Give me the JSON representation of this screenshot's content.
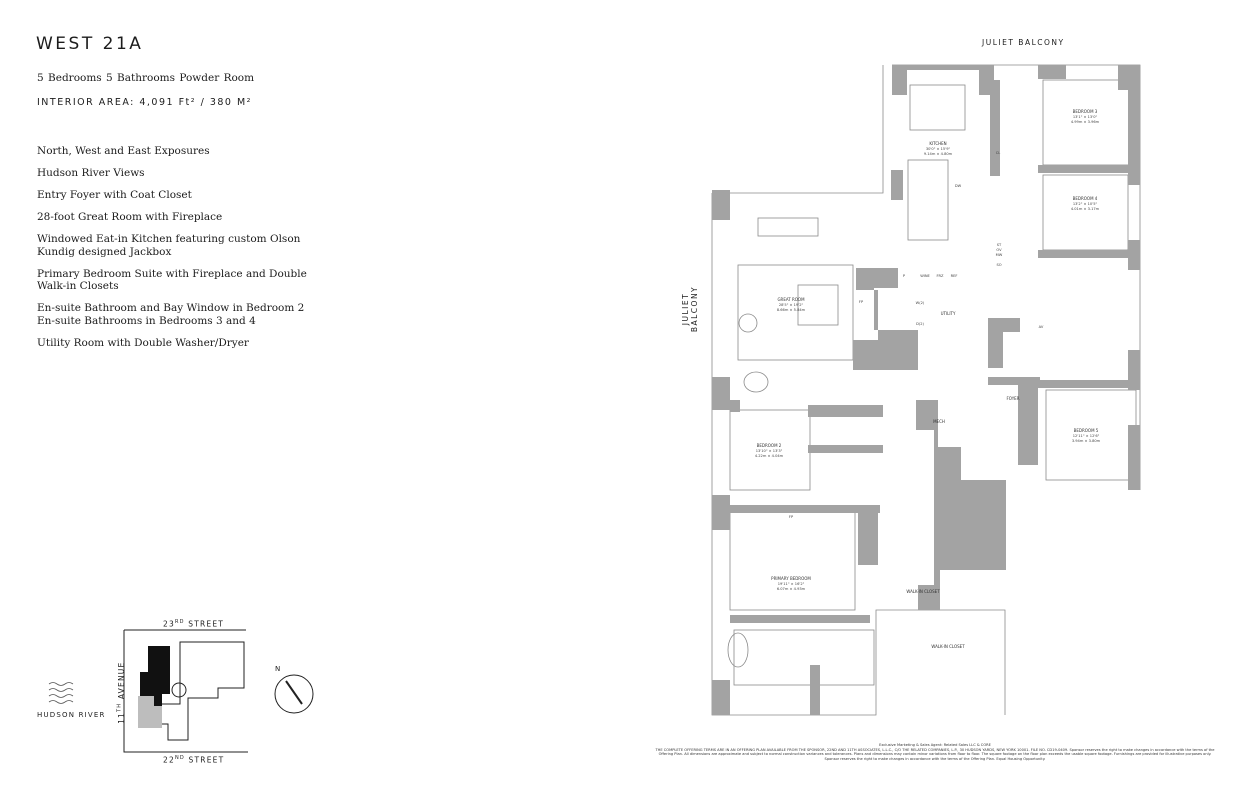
{
  "unit": {
    "title": "WEST 21A",
    "summary": "5 Bedrooms   5 Bathrooms   Powder Room",
    "interior_area": "INTERIOR AREA: 4,091 Ft² / 380 M²"
  },
  "features": [
    "North, West and East Exposures",
    "Hudson River Views",
    "Entry Foyer with Coat Closet",
    "28-foot Great Room with Fireplace",
    "Windowed Eat-in Kitchen featuring custom Olson Kundig designed Jackbox",
    "Primary Bedroom Suite with Fireplace and Double Walk-in Closets",
    "En-suite Bathroom and Bay Window in Bedroom 2",
    "En-suite Bathrooms in Bedrooms 3 and 4",
    "Utility Room with Double Washer/Dryer"
  ],
  "plan_labels": {
    "juliet_top": "JULIET BALCONY",
    "juliet_side": "JULIET BALCONY",
    "kitchen": {
      "name": "KITCHEN",
      "dims": "30'0\" × 15'9\"",
      "metric": "9.14m × 4.80m"
    },
    "bedroom3": {
      "name": "BEDROOM 3",
      "dims": "13'1\" × 13'0\"",
      "metric": "4.99m × 3.96m"
    },
    "bedroom4": {
      "name": "BEDROOM 4",
      "dims": "13'2\" × 10'5\"",
      "metric": "4.01m × 3.17m"
    },
    "great_room": {
      "name": "GREAT ROOM",
      "dims": "28'5\" × 19'2\"",
      "metric": "8.66m × 5.84m"
    },
    "bedroom2": {
      "name": "BEDROOM 2",
      "dims": "13'10\" × 13'3\"",
      "metric": "4.22m × 4.04m"
    },
    "bedroom5": {
      "name": "BEDROOM 5",
      "dims": "12'11\" × 12'6\"",
      "metric": "3.94m × 3.80m"
    },
    "primary_bedroom": {
      "name": "PRIMARY BEDROOM",
      "dims": "19'11\" × 16'2\"",
      "metric": "6.07m × 4.93m"
    },
    "walkin1": "WALK-IN CLOSET",
    "walkin2": "WALK-IN CLOSET",
    "utility": "UTILITY",
    "foyer": "FOYER",
    "mech": "MECH",
    "fp": "FP",
    "fp2": "FP",
    "cl": "CL",
    "av": "AV",
    "dw": "DW",
    "p": "P",
    "wine": "WINE",
    "frz": "FRZ",
    "ref": "REF",
    "st": "ST",
    "ov": "OV",
    "mw": "MW",
    "so": "SO",
    "wd1": "W(2)",
    "wd2": "D(2)"
  },
  "keyplan": {
    "street_top": "23",
    "street_top_sup": "RD",
    "street_top_suffix": " STREET",
    "street_bottom": "22",
    "street_bottom_sup": "ND",
    "street_bottom_suffix": " STREET",
    "avenue": "11",
    "avenue_sup": "TH",
    "avenue_suffix": " AVENUE",
    "river": "HUDSON RIVER",
    "north": "N"
  },
  "disclaimer": {
    "line1": "Exclusive Marketing & Sales Agent: Related Sales LLC & CORE",
    "line2": "THE COMPLETE OFFERING TERMS ARE IN AN OFFERING PLAN AVAILABLE FROM THE SPONSOR, 22ND AND 11TH ASSOCIATES, L.L.C., C/O THE RELATED COMPANIES, L.P., 30 HUDSON YARDS, NEW YORK 10001. FILE NO. CD19-0409. Sponsor reserves the right to make changes in accordance with the terms of the Offering Plan. All dimensions are approximate and subject to normal construction variances and tolerances. Plans and dimensions may contain minor variations from floor to floor. The square footage on the floor plan exceeds the usable square footage. Furnishings are provided for illustrative purposes only. Sponsor reserves the right to make changes in accordance with the terms of the Offering Plan. Equal Housing Opportunity."
  },
  "colors": {
    "wall": "#a3a3a3",
    "line": "#777777",
    "text": "#1c1c1c"
  }
}
